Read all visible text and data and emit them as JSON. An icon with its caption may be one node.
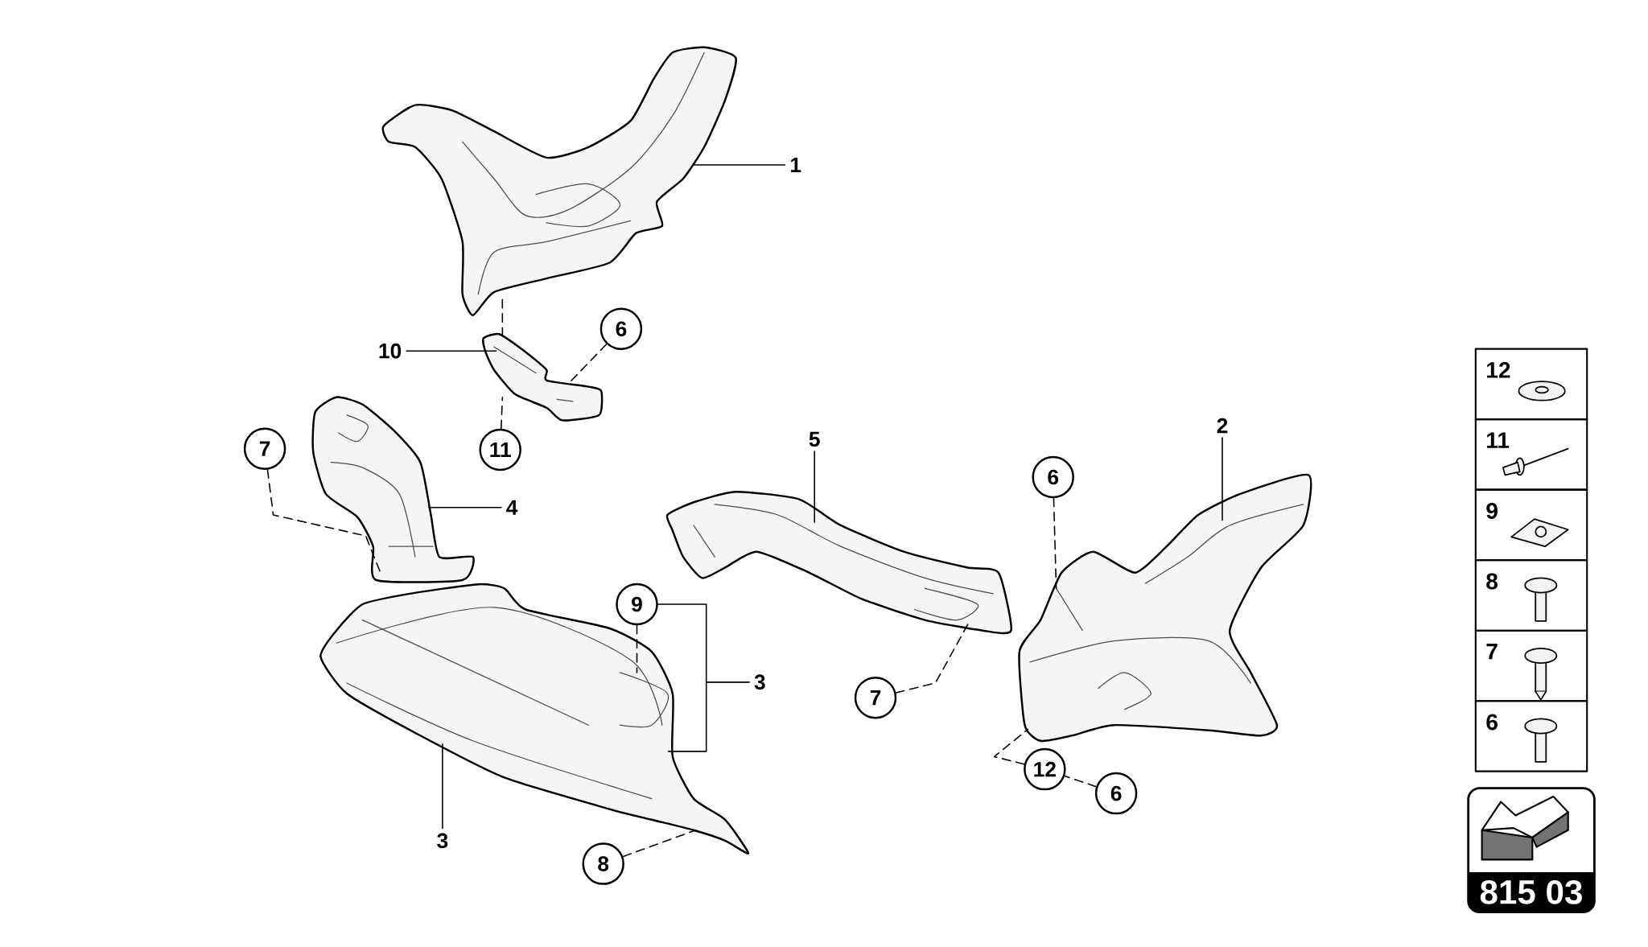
{
  "diagram": {
    "nodes": [
      {
        "text": [
          "1"
        ]
      },
      {
        "text": [],
        "shape": "picture"
      },
      {
        "text": [
          "10"
        ]
      },
      {
        "text": [],
        "shape": "picture"
      },
      {
        "text": [
          "6"
        ]
      },
      {
        "text": [
          "11"
        ]
      },
      {
        "text": [
          "7"
        ]
      },
      {
        "text": [],
        "shape": "picture"
      },
      {
        "text": [
          "4"
        ]
      },
      {
        "text": [
          "9"
        ]
      },
      {
        "text": [
          "3"
        ]
      },
      {
        "text": [],
        "shape": "picture"
      },
      {
        "text": [
          "3"
        ]
      },
      {
        "text": [
          "8"
        ]
      },
      {
        "text": [
          "5"
        ]
      },
      {
        "text": [],
        "shape": "picture"
      },
      {
        "text": [
          "7"
        ]
      },
      {
        "text": [
          "2"
        ]
      },
      {
        "text": [],
        "shape": "picture"
      },
      {
        "text": [
          "6"
        ]
      },
      {
        "text": [
          "12"
        ]
      },
      {
        "text": [
          "6"
        ]
      }
    ],
    "edges": [
      {
        "from": 0,
        "to": 1,
        "arrow": "none"
      },
      {
        "from": 2,
        "to": 3,
        "arrow": "none"
      },
      {
        "from": 4,
        "to": 3,
        "arrow": "none",
        "style": "dashed"
      },
      {
        "from": 5,
        "to": 3,
        "arrow": "none",
        "style": "dashed"
      },
      {
        "from": 1,
        "to": 3,
        "arrow": "none",
        "style": "dashed"
      },
      {
        "from": 6,
        "to": 7,
        "arrow": "none",
        "style": "dashed"
      },
      {
        "from": 8,
        "to": 7,
        "arrow": "none"
      },
      {
        "from": 9,
        "to": 11,
        "arrow": "none",
        "style": "dashed"
      },
      {
        "from": 10,
        "to": 9,
        "arrow": "none"
      },
      {
        "from": 10,
        "to": 11,
        "arrow": "none"
      },
      {
        "from": 12,
        "to": 11,
        "arrow": "none"
      },
      {
        "from": 13,
        "to": 11,
        "arrow": "none",
        "style": "dashed"
      },
      {
        "from": 14,
        "to": 15,
        "arrow": "none"
      },
      {
        "from": 16,
        "to": 15,
        "arrow": "none",
        "style": "dashed"
      },
      {
        "from": 17,
        "to": 18,
        "arrow": "none"
      },
      {
        "from": 19,
        "to": 18,
        "arrow": "none",
        "style": "dashed"
      },
      {
        "from": 20,
        "to": 18,
        "arrow": "none",
        "style": "dashed"
      },
      {
        "from": 21,
        "to": 20,
        "arrow": "none",
        "style": "dashed"
      }
    ],
    "labels": [
      "12",
      "11",
      "9",
      "8",
      "7",
      "6",
      "815 03"
    ]
  }
}
